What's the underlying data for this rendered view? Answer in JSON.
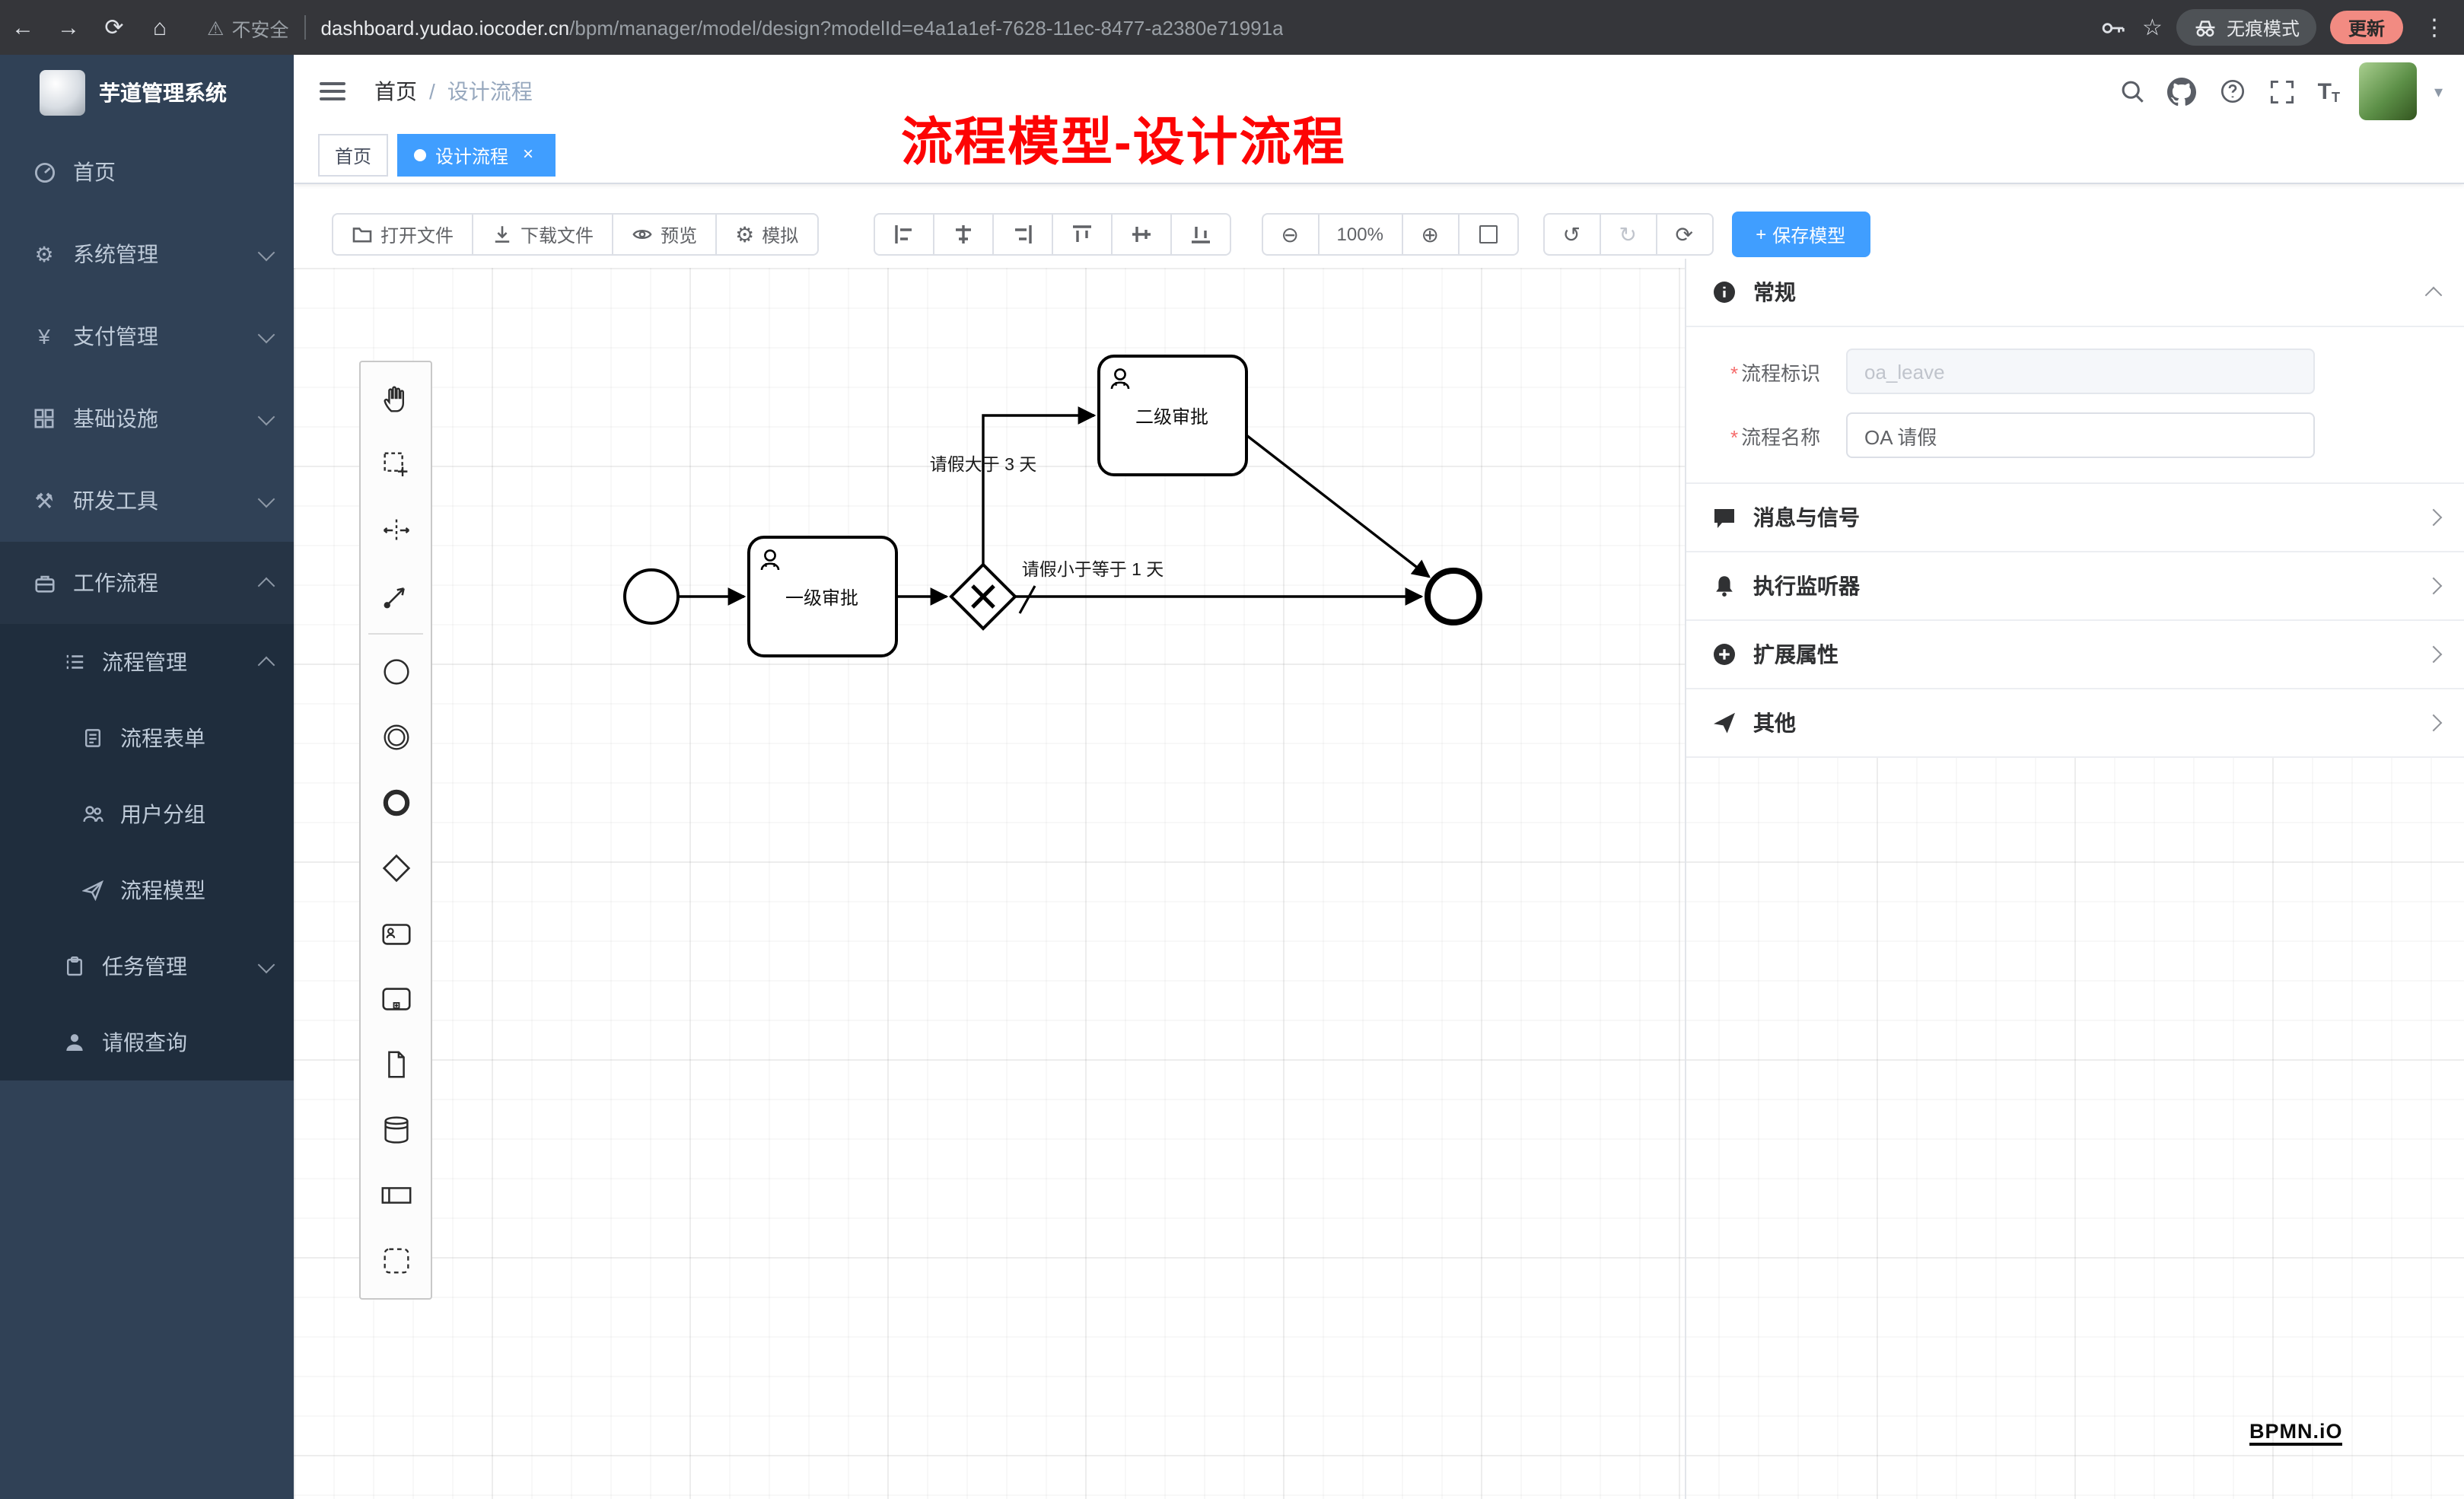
{
  "browser": {
    "security_label": "不安全",
    "url_domain": "dashboard.yudao.iocoder.cn",
    "url_path": "/bpm/manager/model/design?modelId=e4a1a1ef-7628-11ec-8477-a2380e71991a",
    "incognito_label": "无痕模式",
    "update_label": "更新"
  },
  "sidebar": {
    "title": "芋道管理系统",
    "items": [
      {
        "label": "首页"
      },
      {
        "label": "系统管理"
      },
      {
        "label": "支付管理"
      },
      {
        "label": "基础设施"
      },
      {
        "label": "研发工具"
      },
      {
        "label": "工作流程"
      }
    ],
    "workflow_children": [
      {
        "label": "流程管理"
      },
      {
        "label": "任务管理"
      },
      {
        "label": "请假查询"
      }
    ],
    "process_children": [
      {
        "label": "流程表单"
      },
      {
        "label": "用户分组"
      },
      {
        "label": "流程模型"
      }
    ]
  },
  "header": {
    "breadcrumb": {
      "home": "首页",
      "separator": "/",
      "current": "设计流程"
    }
  },
  "tags": {
    "home": "首页",
    "active": "设计流程"
  },
  "annotation": "流程模型-设计流程",
  "bpmn_toolbar": {
    "open_file": "打开文件",
    "download_file": "下载文件",
    "preview": "预览",
    "simulate": "模拟",
    "zoom_level": "100%",
    "save_model": "保存模型"
  },
  "panel": {
    "required_mark": "*",
    "sections": {
      "general": "常规",
      "message_signal": "消息与信号",
      "execution_listener": "执行监听器",
      "extended_attrs": "扩展属性",
      "other": "其他"
    },
    "fields": {
      "process_key_label": "流程标识",
      "process_key_value": "oa_leave",
      "process_name_label": "流程名称",
      "process_name_value": "OA 请假"
    }
  },
  "diagram": {
    "task1_label": "一级审批",
    "task2_label": "二级审批",
    "flow_gt3_label": "请假大于 3 天",
    "flow_le1_label": "请假小于等于 1 天"
  },
  "watermark": "BPMN.iO",
  "colors": {
    "accent_blue": "#409eff",
    "sidebar_bg": "#304156",
    "sidebar_sub_bg": "#1f2d3d",
    "annotation_red": "#fd0404"
  },
  "icons": {
    "back": "←",
    "forward": "→",
    "reload": "⟳",
    "home": "⌂",
    "warning": "⚠",
    "star": "☆",
    "menu_dots": "⋮",
    "close": "×",
    "zoom_out": "⊖",
    "zoom_in": "⊕",
    "undo": "↺",
    "redo": "↻",
    "refresh": "⟳",
    "plus": "+",
    "caret_down": "▾",
    "yen": "¥",
    "gear": "⚙",
    "tools": "⚒"
  }
}
